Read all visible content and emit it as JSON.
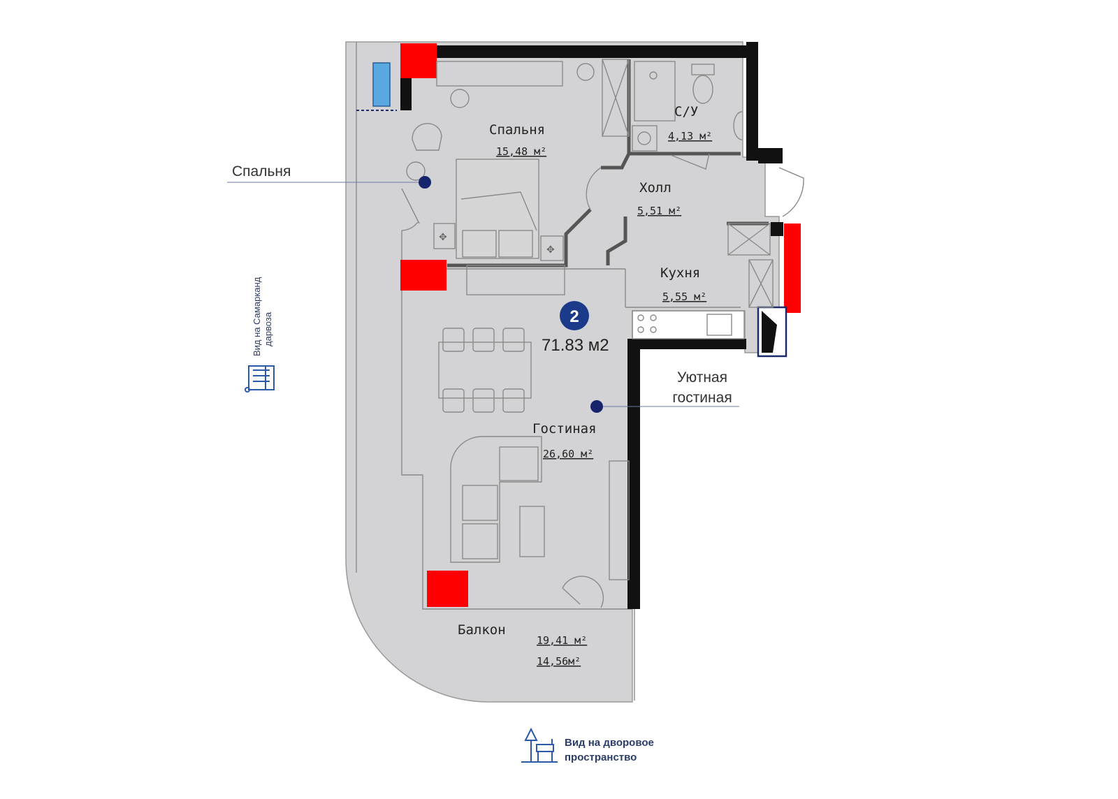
{
  "plan": {
    "total_area": "71.83 м2",
    "unit_number": "2",
    "rooms": [
      {
        "name": "Спальня",
        "area": "15,48 м²"
      },
      {
        "name": "С/У",
        "area": "4,13 м²"
      },
      {
        "name": "Холл",
        "area": "5,51 м²"
      },
      {
        "name": "Кухня",
        "area": "5,55 м²"
      },
      {
        "name": "Гостиная",
        "area": "26,60 м²"
      },
      {
        "name": "Балкон",
        "area": "19,41 м²",
        "area2": "14,56м²"
      }
    ]
  },
  "callouts": {
    "bedroom": "Спальня",
    "living_line1": "Уютная",
    "living_line2": "гостиная"
  },
  "views": {
    "side_line1": "Вид на Самарканд",
    "side_line2": "дарвоза",
    "bottom_line1": "Вид на дворовое",
    "bottom_line2": "пространство"
  },
  "colors": {
    "floor": "#d3d3d5",
    "wall": "#111111",
    "column": "#ff0000",
    "accent": "#1c2c6b",
    "window_blue": "#5aa8e0"
  },
  "icons": [
    "building-icon",
    "park-bench-icon",
    "marker-dot-icon"
  ]
}
